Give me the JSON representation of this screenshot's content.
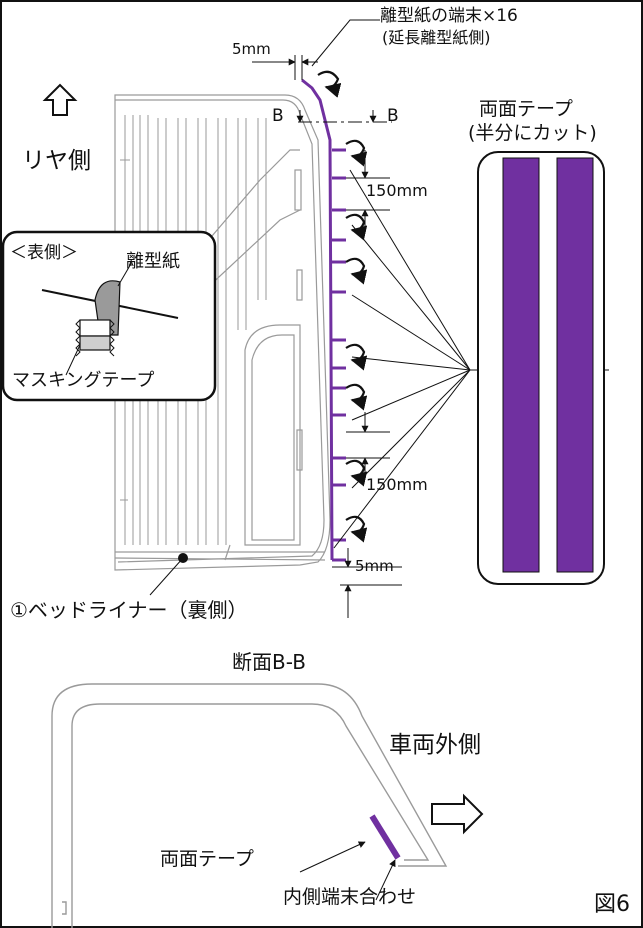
{
  "labels": {
    "release_paper_ends": "離型紙の端末×16",
    "extended_release_side": "(延長離型紙側)",
    "dim_5mm_top": "5mm",
    "section_b_left": "B",
    "section_b_right": "B",
    "rear_side": "リヤ側",
    "dim_150mm_top": "150mm",
    "dim_150mm_lower": "150mm",
    "dim_5mm_bottom": "5mm",
    "bed_liner": "①ベッドライナー（裏側）",
    "section_title": "断面B-B",
    "vehicle_outside": "車両外側",
    "double_sided_tape_section": "両面テープ",
    "inner_edge_align": "内側端末合わせ",
    "figure_number": "図6"
  },
  "inset": {
    "title": "＜表側＞",
    "release_paper": "離型紙",
    "masking_tape": "マスキングテープ"
  },
  "tape_panel": {
    "title": "両面テープ",
    "subtitle": "(半分にカット)"
  },
  "colors": {
    "tape_purple": "#7030A0",
    "line": "#111111",
    "part_gray": "#9a9a9a"
  }
}
